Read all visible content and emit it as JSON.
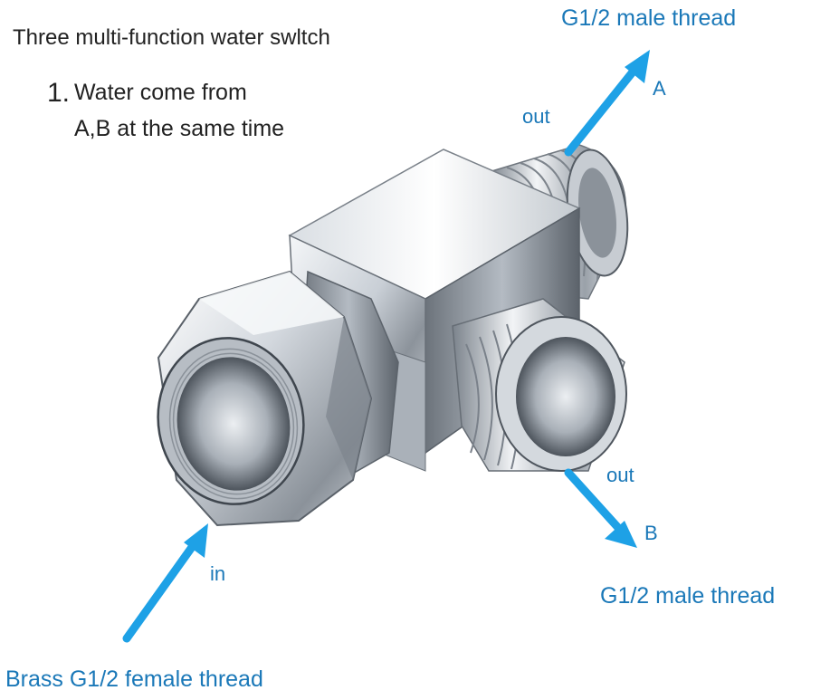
{
  "heading": {
    "title": "Three multi-function water swltch",
    "step_number": "1.",
    "step_line1": "Water come from",
    "step_line2": "A,B at the same time"
  },
  "labels": {
    "outlet_a_thread": "G1/2 male thread",
    "outlet_a_letter": "A",
    "outlet_a_direction": "out",
    "outlet_b_direction": "out",
    "outlet_b_letter": "B",
    "outlet_b_thread": "G1/2 male thread",
    "inlet_direction": "in",
    "inlet_thread": "Brass G1/2 female thread"
  },
  "colors": {
    "label_blue": "#1a78b8",
    "arrow_blue": "#1ea1e6",
    "text_dark": "#222222",
    "chrome_light": "#eef1f4",
    "chrome_mid": "#b9c0c8",
    "chrome_dark": "#5f666e"
  },
  "icons": [
    "arrow-in-icon",
    "arrow-out-a-icon",
    "arrow-out-b-icon"
  ]
}
